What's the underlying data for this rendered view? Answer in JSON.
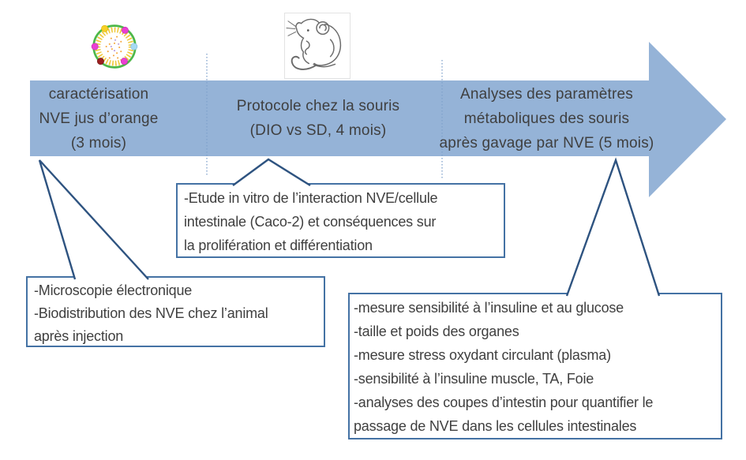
{
  "figure": {
    "type": "project-timeline-slide",
    "background": "#ffffff"
  },
  "arrow": {
    "fill_color": "#95B3D7",
    "phases": [
      {
        "title": "caractérisation\nNVE jus d’orange\n(3 mois)"
      },
      {
        "title": "Protocole chez la souris\n(DIO vs SD, 4 mois)"
      },
      {
        "title": "Analyses des paramètres\nmétaboliques des souris\naprès gavage par NVE (5 mois)"
      }
    ]
  },
  "callouts": [
    {
      "id": "left",
      "text": "-Microscopie électronique\n-Biodistribution des NVE chez l’animal\naprès injection"
    },
    {
      "id": "middle",
      "text": "-Etude in vitro de l’interaction NVE/cellule\nintestinale (Caco-2) et conséquences sur\nla prolifération et différentiation"
    },
    {
      "id": "right",
      "text": "-mesure sensibilité à l’insuline et au glucose\n-taille et poids des organes\n-mesure stress oxydant circulant (plasma)\n-sensibilité à l’insuline muscle, TA, Foie\n-analyses des coupes d’intestin pour quantifier le\npassage de NVE dans les cellules intestinales"
    }
  ],
  "icons": {
    "vesicle": "nanovesicle-schematic",
    "mouse": "mouse-line-drawing"
  },
  "colors": {
    "arrow_fill": "#95B3D7",
    "box_border": "#4472A4",
    "connector_line": "#2E5380",
    "divider_dotted": "#7FA1CB",
    "text": "#3F3F3F",
    "vesicle_ring_green": "#4CB848",
    "vesicle_ring_yellow": "#EFC93C"
  }
}
